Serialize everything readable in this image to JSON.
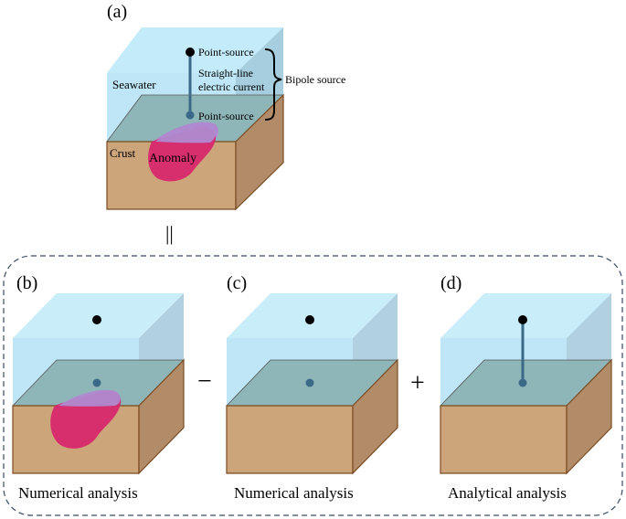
{
  "panel_a": {
    "label": "(a)",
    "seawater_label": "Seawater",
    "crust_label": "Crust",
    "anomaly_label": "Anomaly",
    "point_source_top": "Point-source",
    "point_source_bottom": "Point-source",
    "current_line1": "Straight-line",
    "current_line2": "electric current",
    "bipole_label": "Bipole source"
  },
  "equals_sign": "||",
  "panel_b": {
    "label": "(b)",
    "caption": "Numerical analysis"
  },
  "operator_minus": "−",
  "panel_c": {
    "label": "(c)",
    "caption": "Numerical analysis"
  },
  "operator_plus": "+",
  "panel_d": {
    "label": "(d)",
    "caption": "Analytical analysis"
  },
  "colors": {
    "seawater": "#b3e2f5",
    "seawater_side": "#a3c9db",
    "crust_front": "#cda57b",
    "crust_side": "#b28c68",
    "crust_top": "#8eb5b8",
    "anomaly": "#d8226c",
    "anomaly_top": "#b08ad0",
    "source_top": "#000000",
    "source_bottom": "#3a6a88",
    "current_line": "#3a6a88"
  }
}
